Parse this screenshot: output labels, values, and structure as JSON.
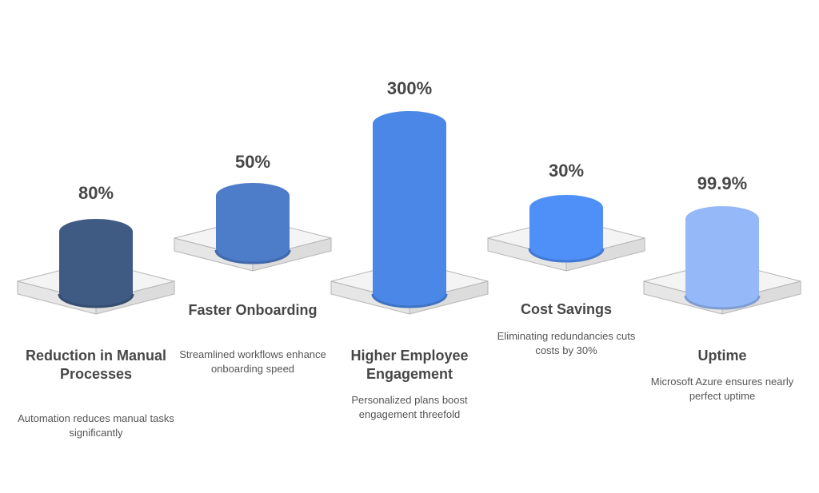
{
  "items": [
    {
      "value": "80%",
      "title": "Reduction in Manual Processes",
      "description": "Automation reduces manual tasks significantly",
      "color": "#3f5a83"
    },
    {
      "value": "50%",
      "title": "Faster Onboarding",
      "description": "Streamlined workflows enhance onboarding speed",
      "color": "#4d7cc9"
    },
    {
      "value": "300%",
      "title": "Higher Employee Engagement",
      "description": "Personalized plans boost engagement threefold",
      "color": "#4a87e6"
    },
    {
      "value": "30%",
      "title": "Cost Savings",
      "description": "Eliminating redundancies cuts costs by 30%",
      "color": "#4e90f8"
    },
    {
      "value": "99.9%",
      "title": "Uptime",
      "description": "Microsoft Azure ensures nearly perfect uptime",
      "color": "#95b9f8"
    }
  ]
}
